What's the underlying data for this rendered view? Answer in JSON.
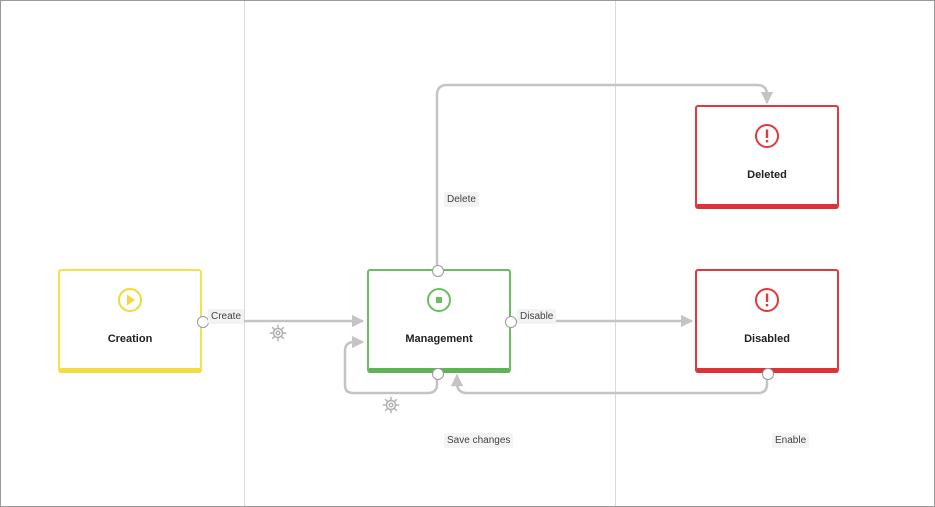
{
  "nodes": {
    "creation": {
      "title": "Creation",
      "icon": "play-icon",
      "color": "#f2e24d"
    },
    "management": {
      "title": "Management",
      "icon": "stop-icon",
      "color": "#6cbd62"
    },
    "deleted": {
      "title": "Deleted",
      "icon": "alert-icon",
      "color": "#e0393e"
    },
    "disabled": {
      "title": "Disabled",
      "icon": "alert-icon",
      "color": "#e0393e"
    }
  },
  "transitions": {
    "create": "Create",
    "delete": "Delete",
    "disable": "Disable",
    "save_changes": "Save changes",
    "enable": "Enable"
  },
  "wire_color": "#c4c4c4",
  "lane_line_color": "#d9d9d9"
}
